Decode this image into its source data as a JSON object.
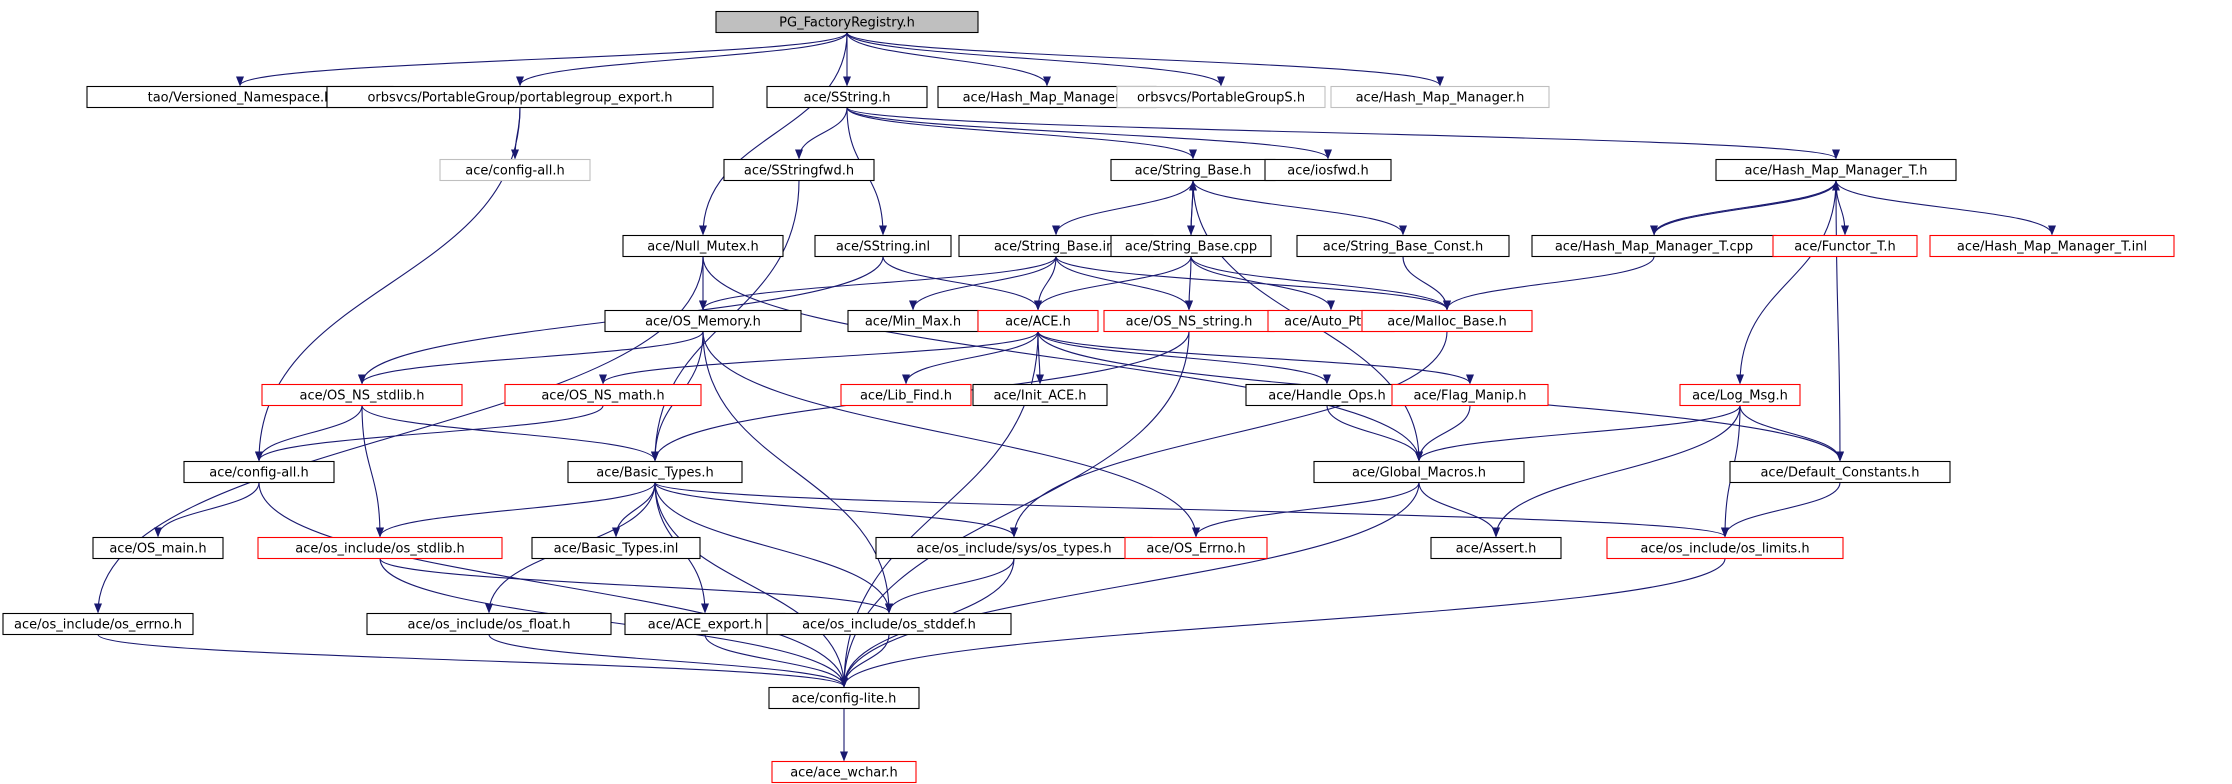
{
  "graph": {
    "nodes": [
      {
        "id": "pg",
        "label": "PG_FactoryRegistry.h",
        "style": "root"
      },
      {
        "id": "vns",
        "label": "tao/Versioned_Namespace.h",
        "style": "normal"
      },
      {
        "id": "pge",
        "label": "orbsvcs/PortableGroup/portablegroup_export.h",
        "style": "normal"
      },
      {
        "id": "sstring",
        "label": "ace/SString.h",
        "style": "normal"
      },
      {
        "id": "hmm1",
        "label": "ace/Hash_Map_Manager.h",
        "style": "normal"
      },
      {
        "id": "pgs",
        "label": "orbsvcs/PortableGroupS.h",
        "style": "gray"
      },
      {
        "id": "hmm2",
        "label": "ace/Hash_Map_Manager.h",
        "style": "gray"
      },
      {
        "id": "cfgall1",
        "label": "ace/config-all.h",
        "style": "gray"
      },
      {
        "id": "sstringfwd",
        "label": "ace/SStringfwd.h",
        "style": "normal"
      },
      {
        "id": "strbase",
        "label": "ace/String_Base.h",
        "style": "normal"
      },
      {
        "id": "iosfwd",
        "label": "ace/iosfwd.h",
        "style": "normal"
      },
      {
        "id": "hmmt",
        "label": "ace/Hash_Map_Manager_T.h",
        "style": "normal"
      },
      {
        "id": "nullmutex",
        "label": "ace/Null_Mutex.h",
        "style": "normal"
      },
      {
        "id": "sstringinl",
        "label": "ace/SString.inl",
        "style": "normal"
      },
      {
        "id": "strbaseinl",
        "label": "ace/String_Base.inl",
        "style": "normal"
      },
      {
        "id": "strbasecpp",
        "label": "ace/String_Base.cpp",
        "style": "normal"
      },
      {
        "id": "strbaseconst",
        "label": "ace/String_Base_Const.h",
        "style": "normal"
      },
      {
        "id": "hmmtcpp",
        "label": "ace/Hash_Map_Manager_T.cpp",
        "style": "normal"
      },
      {
        "id": "functort",
        "label": "ace/Functor_T.h",
        "style": "red"
      },
      {
        "id": "hmmtinl",
        "label": "ace/Hash_Map_Manager_T.inl",
        "style": "red"
      },
      {
        "id": "osmem",
        "label": "ace/OS_Memory.h",
        "style": "normal"
      },
      {
        "id": "minmax",
        "label": "ace/Min_Max.h",
        "style": "normal"
      },
      {
        "id": "ace",
        "label": "ace/ACE.h",
        "style": "red"
      },
      {
        "id": "osnsstring",
        "label": "ace/OS_NS_string.h",
        "style": "red"
      },
      {
        "id": "autoptr",
        "label": "ace/Auto_Ptr.h",
        "style": "red"
      },
      {
        "id": "mallocbase",
        "label": "ace/Malloc_Base.h",
        "style": "red"
      },
      {
        "id": "osnsstdlib",
        "label": "ace/OS_NS_stdlib.h",
        "style": "red"
      },
      {
        "id": "osnsmath",
        "label": "ace/OS_NS_math.h",
        "style": "red"
      },
      {
        "id": "libfind",
        "label": "ace/Lib_Find.h",
        "style": "red"
      },
      {
        "id": "initace",
        "label": "ace/Init_ACE.h",
        "style": "normal"
      },
      {
        "id": "handleops",
        "label": "ace/Handle_Ops.h",
        "style": "normal"
      },
      {
        "id": "flagmanip",
        "label": "ace/Flag_Manip.h",
        "style": "red"
      },
      {
        "id": "logmsg",
        "label": "ace/Log_Msg.h",
        "style": "red"
      },
      {
        "id": "cfgall2",
        "label": "ace/config-all.h",
        "style": "normal"
      },
      {
        "id": "basictypes",
        "label": "ace/Basic_Types.h",
        "style": "normal"
      },
      {
        "id": "globalmacros",
        "label": "ace/Global_Macros.h",
        "style": "normal"
      },
      {
        "id": "defconst",
        "label": "ace/Default_Constants.h",
        "style": "normal"
      },
      {
        "id": "osmain",
        "label": "ace/OS_main.h",
        "style": "normal"
      },
      {
        "id": "osstdlib",
        "label": "ace/os_include/os_stdlib.h",
        "style": "red"
      },
      {
        "id": "basictypesinl",
        "label": "ace/Basic_Types.inl",
        "style": "normal"
      },
      {
        "id": "systypes",
        "label": "ace/os_include/sys/os_types.h",
        "style": "normal"
      },
      {
        "id": "oserrno",
        "label": "ace/OS_Errno.h",
        "style": "red"
      },
      {
        "id": "assert",
        "label": "ace/Assert.h",
        "style": "normal"
      },
      {
        "id": "oslimits",
        "label": "ace/os_include/os_limits.h",
        "style": "red"
      },
      {
        "id": "oserrnoinc",
        "label": "ace/os_include/os_errno.h",
        "style": "normal"
      },
      {
        "id": "osfloat",
        "label": "ace/os_include/os_float.h",
        "style": "normal"
      },
      {
        "id": "aceexport",
        "label": "ace/ACE_export.h",
        "style": "normal"
      },
      {
        "id": "osstddef",
        "label": "ace/os_include/os_stddef.h",
        "style": "normal"
      },
      {
        "id": "cfglite",
        "label": "ace/config-lite.h",
        "style": "normal"
      },
      {
        "id": "wchar",
        "label": "ace/ace_wchar.h",
        "style": "red"
      }
    ],
    "edges": [
      [
        "pg",
        "vns"
      ],
      [
        "pg",
        "pge"
      ],
      [
        "pg",
        "sstring"
      ],
      [
        "pg",
        "hmm1"
      ],
      [
        "pg",
        "pgs"
      ],
      [
        "pg",
        "hmm2"
      ],
      [
        "pg",
        "nullmutex"
      ],
      [
        "pge",
        "cfgall1"
      ],
      [
        "pge",
        "cfgall2"
      ],
      [
        "sstring",
        "sstringfwd"
      ],
      [
        "sstring",
        "sstringinl"
      ],
      [
        "sstring",
        "strbase"
      ],
      [
        "sstring",
        "iosfwd"
      ],
      [
        "sstring",
        "hmmt"
      ],
      [
        "sstringfwd",
        "basictypes"
      ],
      [
        "strbase",
        "strbaseinl"
      ],
      [
        "strbase",
        "strbasecpp"
      ],
      [
        "strbase",
        "strbaseconst"
      ],
      [
        "strbase",
        "globalmacros"
      ],
      [
        "strbasecpp",
        "strbase"
      ],
      [
        "strbasecpp",
        "ace"
      ],
      [
        "strbasecpp",
        "osnsstring"
      ],
      [
        "strbasecpp",
        "autoptr"
      ],
      [
        "strbasecpp",
        "mallocbase"
      ],
      [
        "strbaseinl",
        "osmem"
      ],
      [
        "strbaseinl",
        "minmax"
      ],
      [
        "strbaseinl",
        "ace"
      ],
      [
        "strbaseinl",
        "osnsstring"
      ],
      [
        "strbaseinl",
        "mallocbase"
      ],
      [
        "strbaseconst",
        "mallocbase"
      ],
      [
        "hmmt",
        "hmmtcpp"
      ],
      [
        "hmmtcpp",
        "hmmt"
      ],
      [
        "hmmt",
        "functort"
      ],
      [
        "hmmt",
        "hmmtinl"
      ],
      [
        "hmmt",
        "logmsg"
      ],
      [
        "hmmt",
        "defconst"
      ],
      [
        "hmmtcpp",
        "mallocbase"
      ],
      [
        "nullmutex",
        "osmem"
      ],
      [
        "nullmutex",
        "globalmacros"
      ],
      [
        "nullmutex",
        "oserrnoinc"
      ],
      [
        "sstringinl",
        "ace"
      ],
      [
        "sstringinl",
        "osnsstdlib"
      ],
      [
        "osmem",
        "osnsstdlib"
      ],
      [
        "osmem",
        "basictypes"
      ],
      [
        "osmem",
        "oserrno"
      ],
      [
        "osmem",
        "osstddef"
      ],
      [
        "ace",
        "libfind"
      ],
      [
        "ace",
        "initace"
      ],
      [
        "ace",
        "handleops"
      ],
      [
        "ace",
        "flagmanip"
      ],
      [
        "ace",
        "osnsmath"
      ],
      [
        "ace",
        "defconst"
      ],
      [
        "ace",
        "cfglite"
      ],
      [
        "osnsstring",
        "basictypes"
      ],
      [
        "osnsstring",
        "cfglite"
      ],
      [
        "mallocbase",
        "systypes"
      ],
      [
        "osnsstdlib",
        "cfgall2"
      ],
      [
        "osnsstdlib",
        "basictypes"
      ],
      [
        "osnsstdlib",
        "osstdlib"
      ],
      [
        "osnsmath",
        "cfgall2"
      ],
      [
        "handleops",
        "globalmacros"
      ],
      [
        "flagmanip",
        "globalmacros"
      ],
      [
        "logmsg",
        "globalmacros"
      ],
      [
        "logmsg",
        "defconst"
      ],
      [
        "logmsg",
        "assert"
      ],
      [
        "logmsg",
        "oslimits"
      ],
      [
        "cfgall2",
        "osmain"
      ],
      [
        "cfgall2",
        "cfglite"
      ],
      [
        "basictypes",
        "osstdlib"
      ],
      [
        "basictypes",
        "basictypesinl"
      ],
      [
        "basictypes",
        "systypes"
      ],
      [
        "basictypes",
        "osfloat"
      ],
      [
        "basictypes",
        "aceexport"
      ],
      [
        "basictypes",
        "osstddef"
      ],
      [
        "basictypes",
        "oslimits"
      ],
      [
        "basictypes",
        "cfglite"
      ],
      [
        "globalmacros",
        "oserrno"
      ],
      [
        "globalmacros",
        "assert"
      ],
      [
        "globalmacros",
        "cfglite"
      ],
      [
        "defconst",
        "oslimits"
      ],
      [
        "osstdlib",
        "osstddef"
      ],
      [
        "osstdlib",
        "cfglite"
      ],
      [
        "systypes",
        "osstddef"
      ],
      [
        "systypes",
        "cfglite"
      ],
      [
        "oslimits",
        "cfglite"
      ],
      [
        "oserrnoinc",
        "cfglite"
      ],
      [
        "osfloat",
        "cfglite"
      ],
      [
        "aceexport",
        "cfglite"
      ],
      [
        "osstddef",
        "cfglite"
      ],
      [
        "cfglite",
        "wchar"
      ]
    ],
    "colors": {
      "edge": "#191970",
      "border_normal": "#000000",
      "border_red": "#ff0000",
      "border_gray": "#bfbfbf",
      "root_fill": "#bfbfbf",
      "text": "#000000"
    }
  }
}
